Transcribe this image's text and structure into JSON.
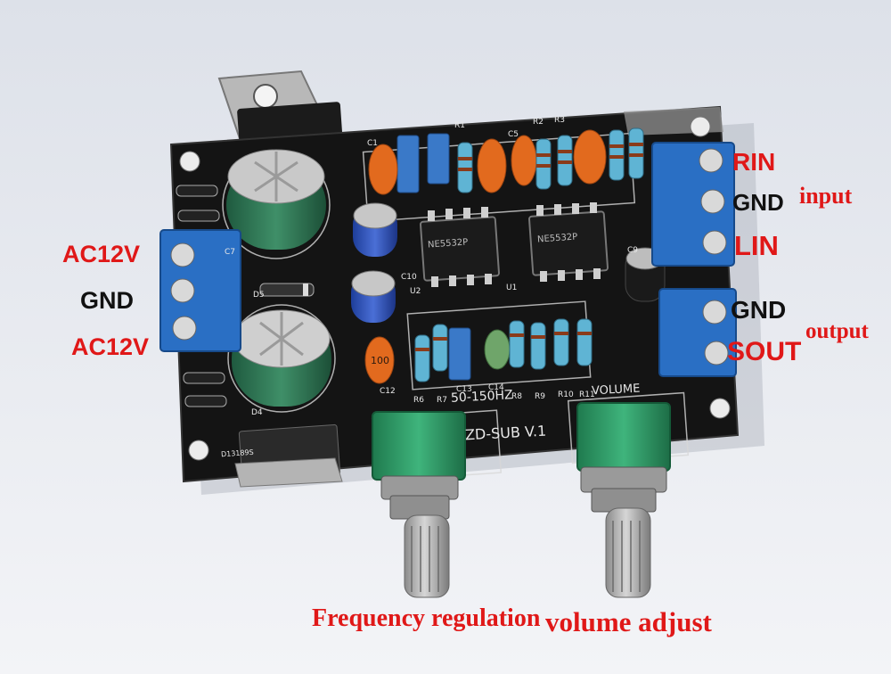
{
  "board": {
    "model": "ZD-SUB V.1",
    "filter_range": "50-150HZ",
    "volume_silk": "VOLUME",
    "chip_text": "NE5532P",
    "cap_value": "100",
    "regulator_code": "D13189S",
    "refs": {
      "c1": "C1",
      "c5": "C5",
      "c7": "C7",
      "c9": "C9",
      "c10": "C10",
      "c12": "C12",
      "c13": "C13",
      "c14": "C14",
      "d4": "D4",
      "d5": "D5",
      "r1": "R1",
      "r2": "R2",
      "r3": "R3",
      "r6": "R6",
      "r7": "R7",
      "r8": "R8",
      "r9": "R9",
      "r10": "R10",
      "r11": "R11",
      "u1": "U1",
      "u2": "U2"
    }
  },
  "labels": {
    "ac_top": "AC12V",
    "gnd_left": "GND",
    "ac_bottom": "AC12V",
    "rin": "RIN",
    "gnd_input": "GND",
    "input": "input",
    "lin": "LIN",
    "gnd_output": "GND",
    "output": "output",
    "sout": "SOUT",
    "frequency": "Frequency regulation",
    "volume": "volume adjust"
  },
  "colors": {
    "annotation_red": "#e01818",
    "annotation_black": "#111111",
    "pcb": "#141414",
    "terminal_blue": "#2a6fc4",
    "pot_green": "#2fa06a"
  }
}
